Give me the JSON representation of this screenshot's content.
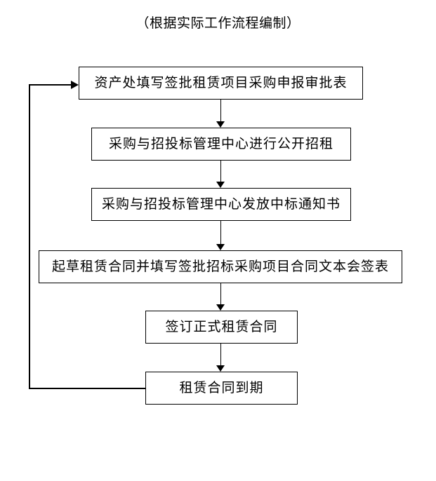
{
  "diagram": {
    "title": "（根据实际工作流程编制）",
    "nodes": [
      {
        "id": "node-1",
        "label": "资产处填写签批租赁项目采购申报审批表"
      },
      {
        "id": "node-2",
        "label": "采购与招投标管理中心进行公开招租"
      },
      {
        "id": "node-3",
        "label": "采购与招投标管理中心发放中标通知书"
      },
      {
        "id": "node-4",
        "label": "起草租赁合同并填写签批招标采购项目合同文本会签表"
      },
      {
        "id": "node-5",
        "label": "签订正式租赁合同"
      },
      {
        "id": "node-6",
        "label": "租赁合同到期"
      }
    ],
    "edges": [
      {
        "from": "node-1",
        "to": "node-2",
        "type": "arrow-down"
      },
      {
        "from": "node-2",
        "to": "node-3",
        "type": "arrow-down"
      },
      {
        "from": "node-3",
        "to": "node-4",
        "type": "arrow-down"
      },
      {
        "from": "node-4",
        "to": "node-5",
        "type": "arrow-down"
      },
      {
        "from": "node-5",
        "to": "node-6",
        "type": "arrow-down"
      },
      {
        "from": "node-6",
        "to": "node-1",
        "type": "feedback-loop-left"
      }
    ],
    "colors": {
      "background": "#ffffff",
      "stroke": "#000000",
      "text": "#000000"
    }
  }
}
